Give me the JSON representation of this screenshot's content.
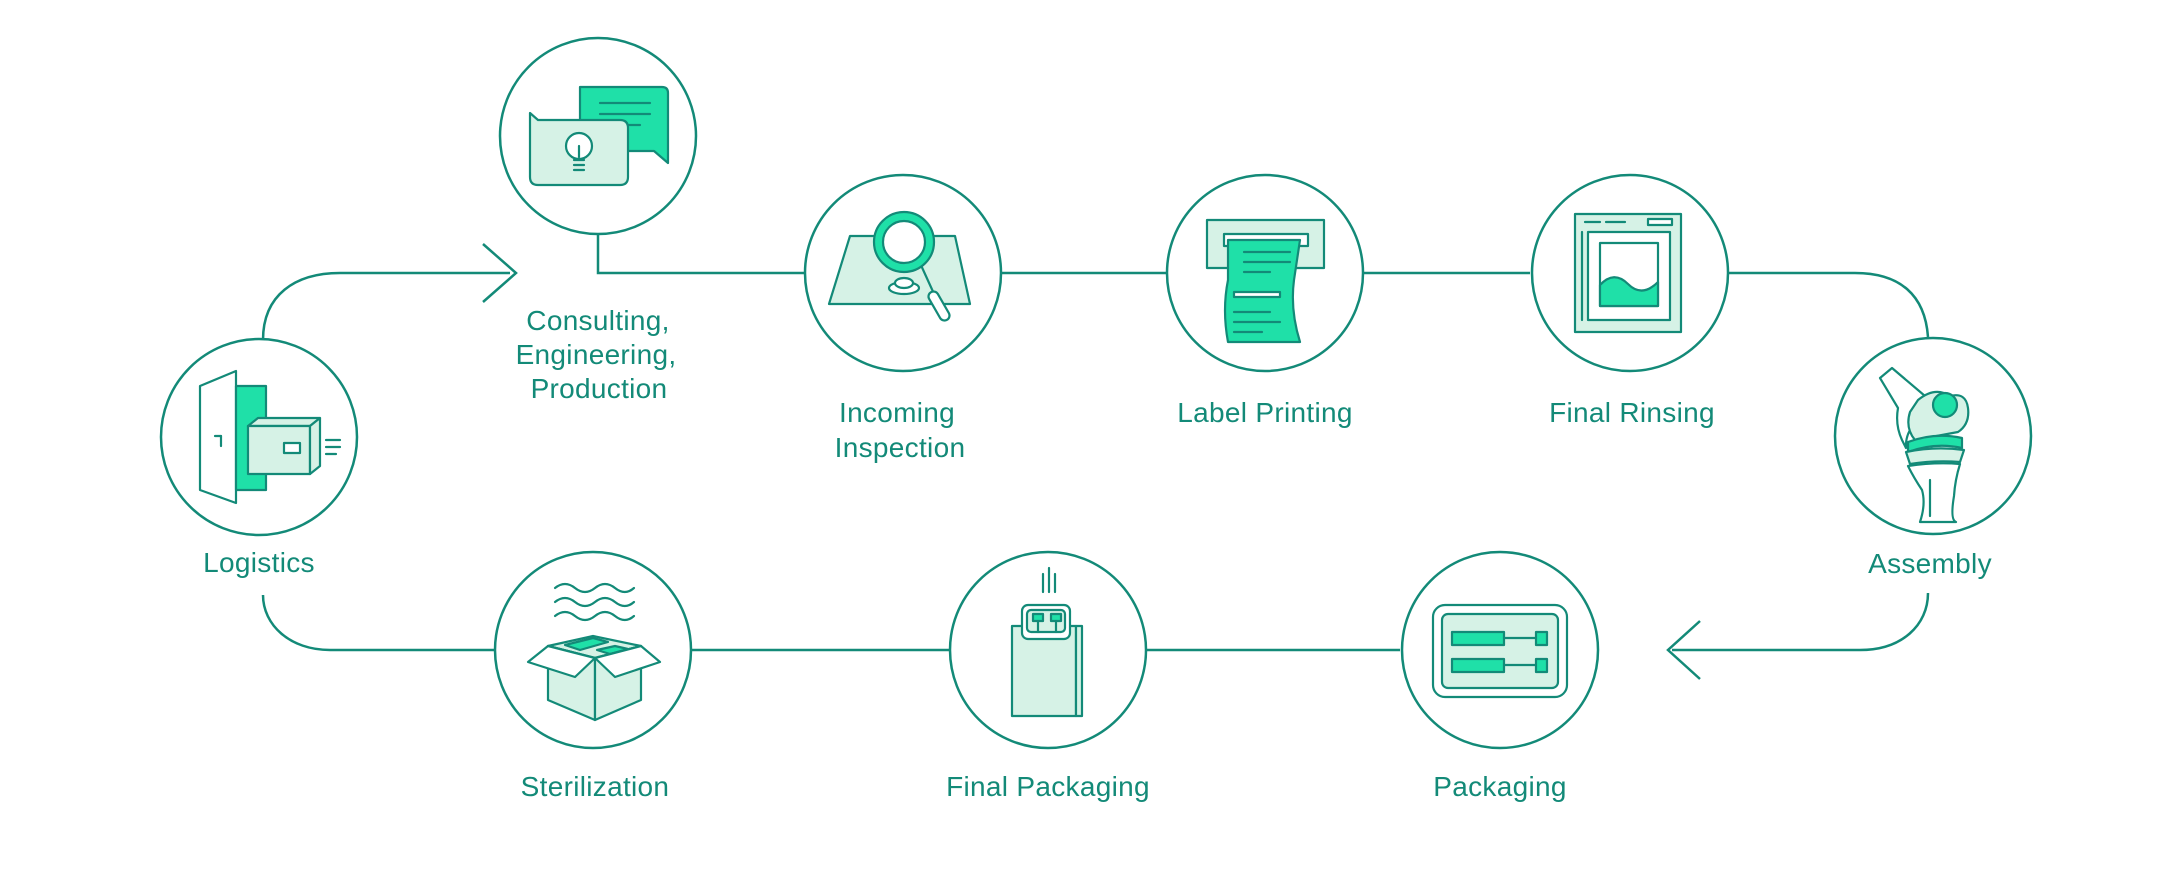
{
  "colors": {
    "line": "#138a78",
    "accent": "#1fe0a8",
    "fill_light": "#d6f2e6",
    "background": "#ffffff"
  },
  "steps": [
    {
      "id": "logistics",
      "icon": "door-box-icon",
      "label_lines": [
        "Logistics"
      ]
    },
    {
      "id": "consulting",
      "icon": "chat-bubbles-lightbulb-icon",
      "label_lines": [
        "Consulting,",
        "Engineering,",
        "Production"
      ]
    },
    {
      "id": "incoming-inspection",
      "icon": "magnifier-icon",
      "label_lines": [
        "Incoming",
        "Inspection"
      ]
    },
    {
      "id": "label-printing",
      "icon": "label-printer-icon",
      "label_lines": [
        "Label Printing"
      ]
    },
    {
      "id": "final-rinsing",
      "icon": "rinsing-tank-icon",
      "label_lines": [
        "Final Rinsing"
      ]
    },
    {
      "id": "assembly",
      "icon": "knee-implant-icon",
      "label_lines": [
        "Assembly"
      ]
    },
    {
      "id": "packaging",
      "icon": "blister-tray-icon",
      "label_lines": [
        "Packaging"
      ]
    },
    {
      "id": "final-packaging",
      "icon": "pouch-icon",
      "label_lines": [
        "Final Packaging"
      ]
    },
    {
      "id": "sterilization",
      "icon": "steam-box-icon",
      "label_lines": [
        "Sterilization"
      ]
    }
  ]
}
